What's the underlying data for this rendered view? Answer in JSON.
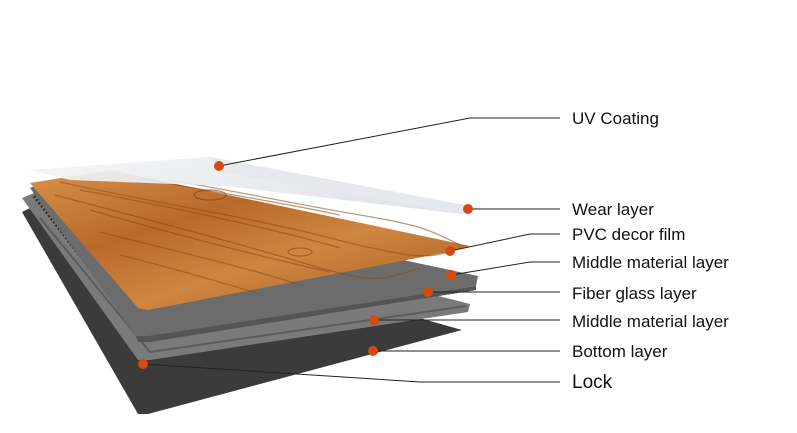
{
  "colors": {
    "marker": "#d64a12",
    "leader": "#222222",
    "uv_film": "#eceef1",
    "wood_base": "#c47a35",
    "wood_dark": "#8a4a17",
    "grey_layer": "#6f6f6f",
    "grey_light": "#8a8a8a",
    "bottom_layer": "#3d3d3d",
    "fiber_edge": "#2a2a2a"
  },
  "labels": [
    {
      "id": "uv-coating",
      "text": "UV Coating"
    },
    {
      "id": "wear-layer",
      "text": "Wear layer"
    },
    {
      "id": "pvc-decor-film",
      "text": "PVC decor film"
    },
    {
      "id": "middle-material-layer-top",
      "text": "Middle material layer"
    },
    {
      "id": "fiber-glass-layer",
      "text": "Fiber glass layer"
    },
    {
      "id": "middle-material-layer-bottom",
      "text": "Middle material layer"
    },
    {
      "id": "bottom-layer",
      "text": "Bottom layer"
    },
    {
      "id": "lock",
      "text": "Lock"
    }
  ]
}
